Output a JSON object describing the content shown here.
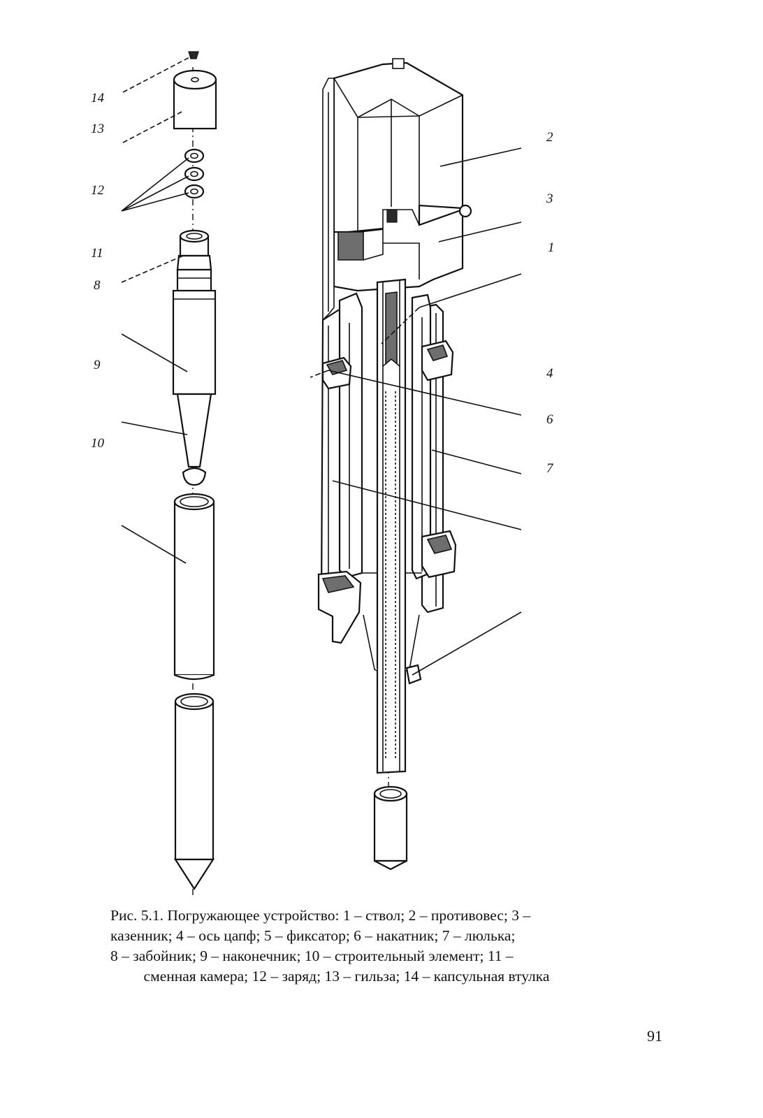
{
  "figure": {
    "labels_left": [
      "14",
      "13",
      "12",
      "11",
      "8",
      "9",
      "10"
    ],
    "labels_right": [
      "2",
      "3",
      "1",
      "4",
      "6",
      "7"
    ]
  },
  "caption": {
    "lines": [
      "Рис. 5.1. Погружающее устройство: 1 – ствол;  2 – противовес; 3 –",
      "казенник;  4 – ось цапф;  5 – фиксатор;  6 – накатник; 7 – люлька;",
      "8 –  забойник;  9 – наконечник;  10 –  строительный  элемент;  11 –",
      "сменная камера; 12 – заряд; 13 – гильза; 14 – капсульная втулка"
    ]
  },
  "page_number": "91"
}
